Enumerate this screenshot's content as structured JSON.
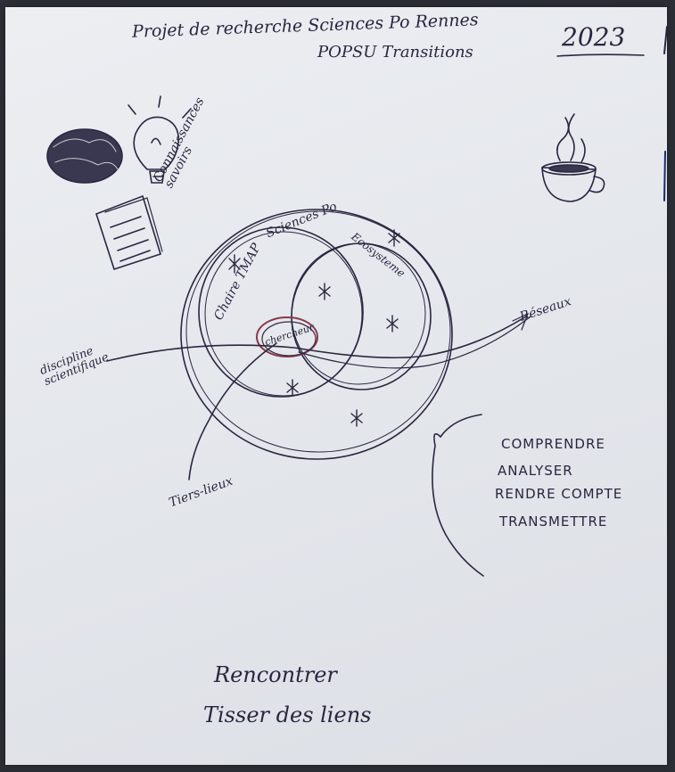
{
  "header": {
    "title_line1": "Projet de recherche Sciences Po Rennes",
    "title_line2": "POPSU Transitions",
    "year": "2023"
  },
  "sketch": {
    "knowledge_label": "Connaissances savoirs",
    "outer_circle": "Sciences Po",
    "left_circle": "Chaire TMAP",
    "right_circle": "Ecosysteme",
    "center": "chercheur",
    "left_line": "discipline scientifique",
    "right_line": "Réseaux",
    "bottom_line": "Tiers-lieux"
  },
  "verbs": [
    "COMPRENDRE",
    "ANALYSER",
    "RENDRE COMPTE",
    "TRANSMETTRE"
  ],
  "footer": {
    "line1": "Rencontrer",
    "line2": "Tisser des liens"
  },
  "colors": {
    "ink": "#2a2640",
    "paper": "#e6e8ec",
    "highlight": "#8a3a4a"
  }
}
